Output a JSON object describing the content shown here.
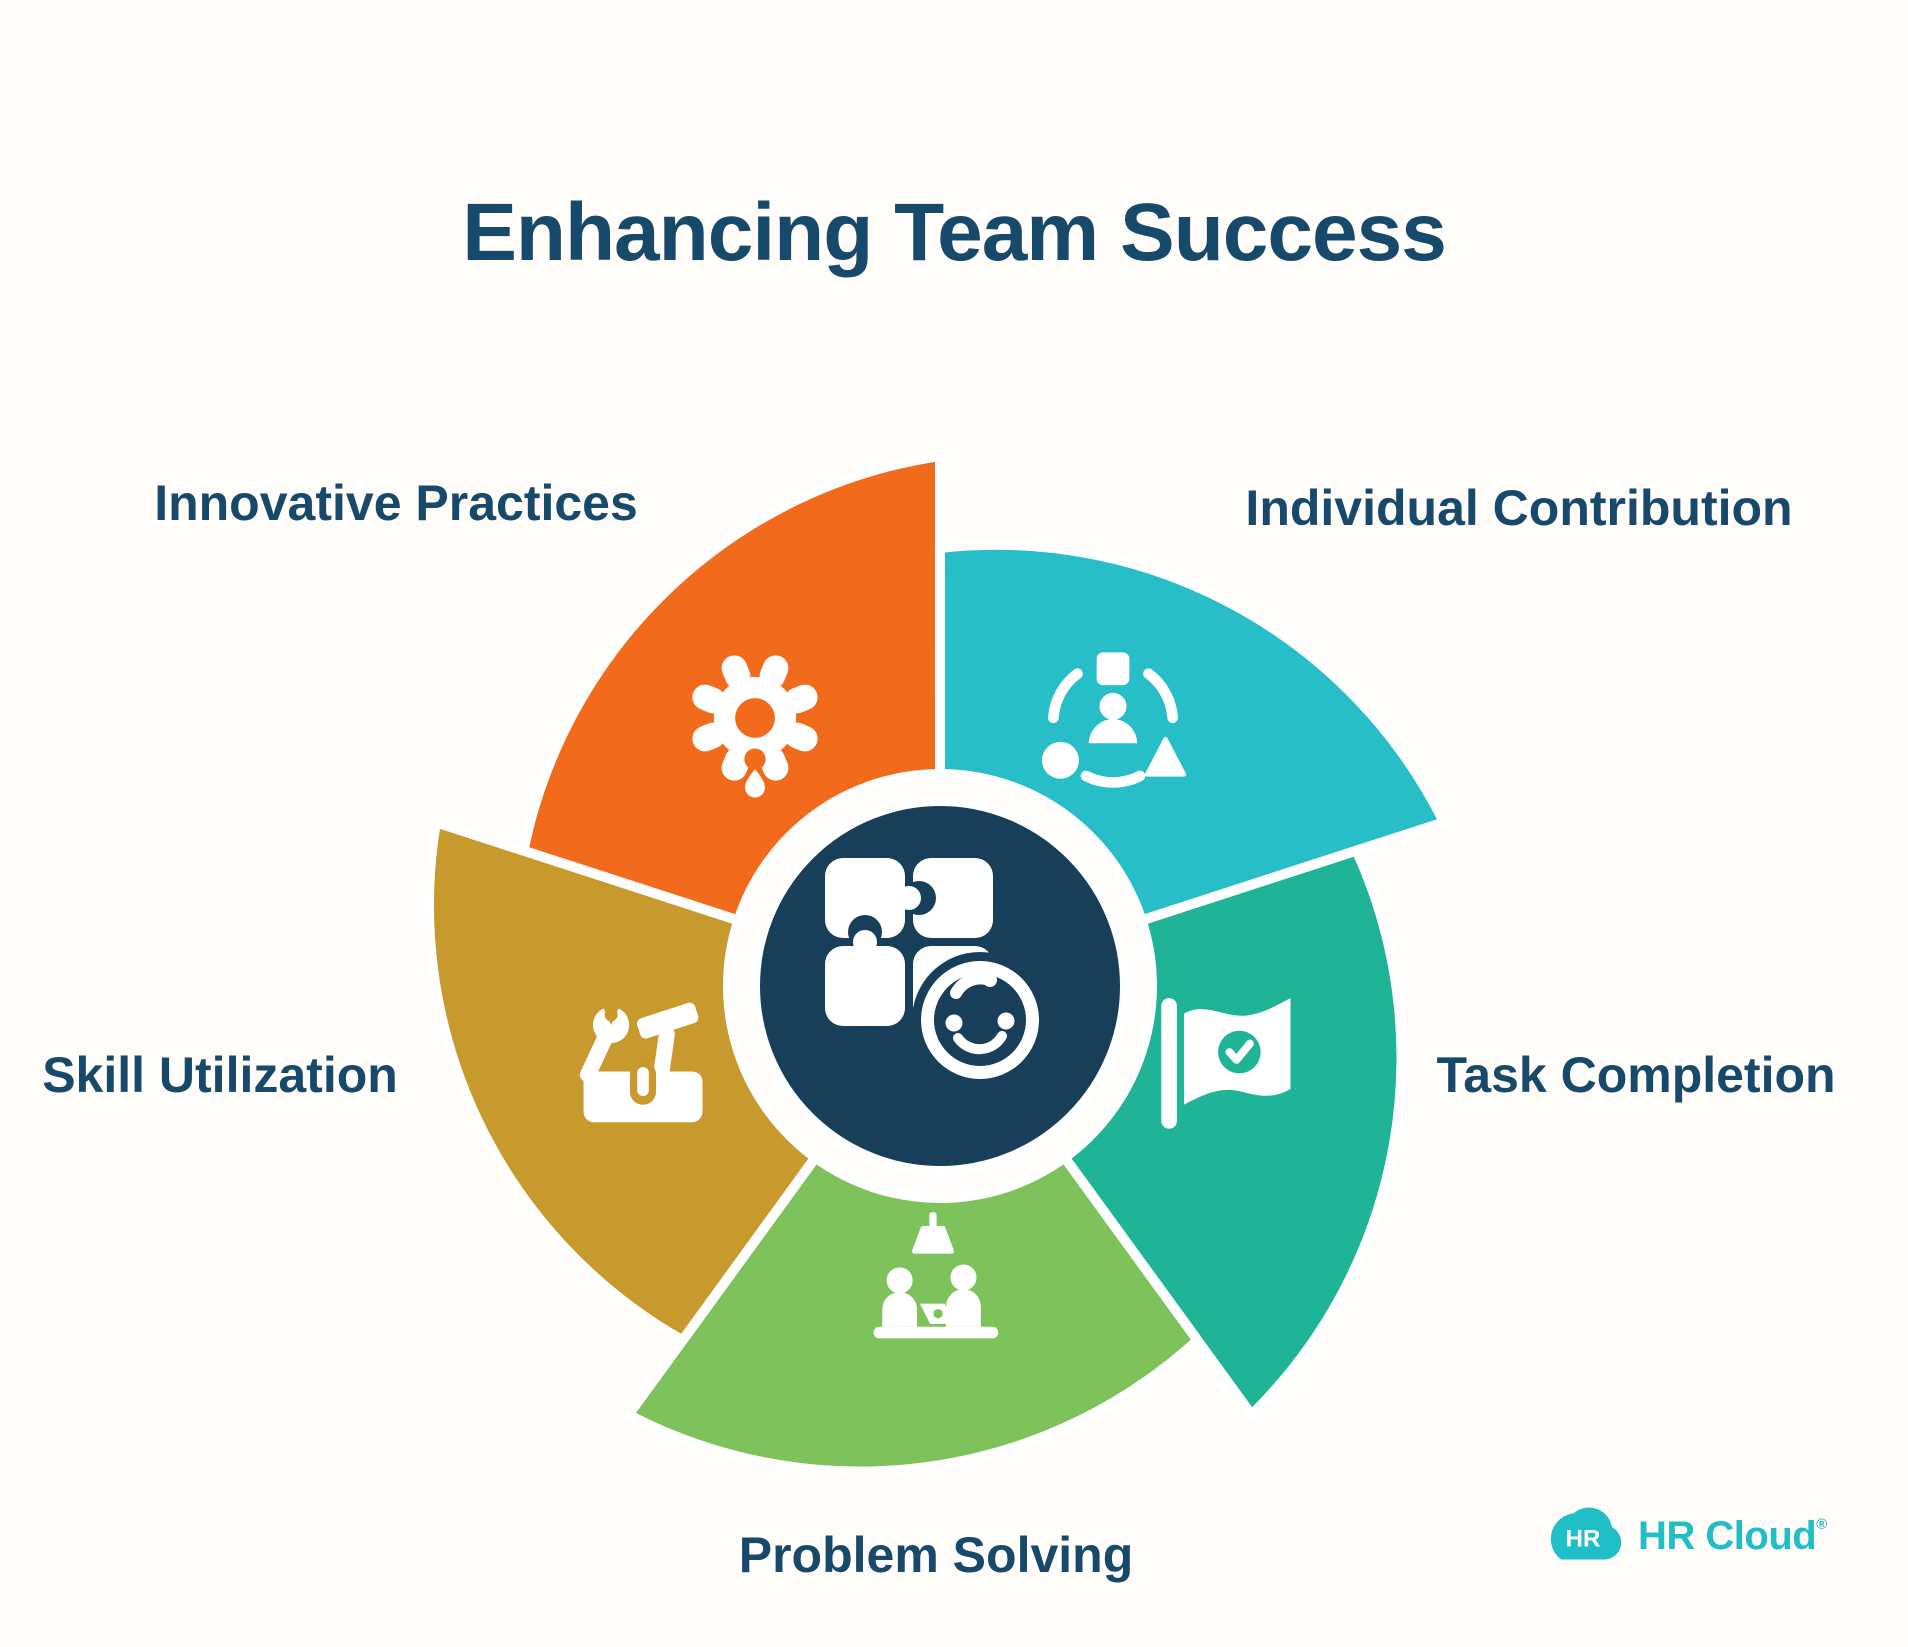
{
  "title": "Enhancing Team Success",
  "colors": {
    "background": "#fffcfa",
    "text": "#17496B",
    "center_navy": "#173F5A",
    "white": "#FFFFFF",
    "logo_teal": "#20BEC6"
  },
  "segments": [
    {
      "label": "Innovative Practices",
      "color": "#F26A1C",
      "icon": "gear-icon"
    },
    {
      "label": "Individual Contribution",
      "color": "#27BEC8",
      "icon": "person-shapes-icon"
    },
    {
      "label": "Task Completion",
      "color": "#1FB495",
      "icon": "flag-check-icon"
    },
    {
      "label": "Problem Solving",
      "color": "#7DC25B",
      "icon": "team-desk-icon"
    },
    {
      "label": "Skill Utilization",
      "color": "#C8992D",
      "icon": "toolbox-icon"
    }
  ],
  "center": {
    "icon": "puzzle-smiley-icon"
  },
  "logo": {
    "badge": "HR",
    "brand": "HR Cloud",
    "registered": "®"
  }
}
